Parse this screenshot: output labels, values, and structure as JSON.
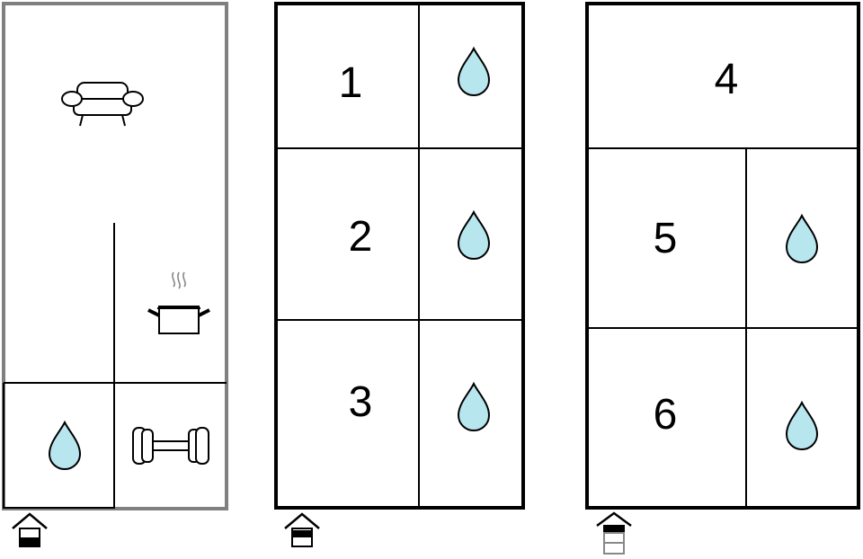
{
  "floors": [
    {
      "rooms": [
        {
          "icon": "sofa-icon"
        },
        {
          "icon": "cooking-pot-icon"
        },
        {
          "icon": "water-drop-icon"
        },
        {
          "icon": "dumbbell-icon"
        }
      ],
      "entrance_icon": "entrance-level-1-icon"
    },
    {
      "rooms": [
        {
          "number": "1"
        },
        {
          "icon": "water-drop-icon"
        },
        {
          "number": "2"
        },
        {
          "icon": "water-drop-icon"
        },
        {
          "number": "3"
        },
        {
          "icon": "water-drop-icon"
        }
      ],
      "entrance_icon": "entrance-level-2-icon"
    },
    {
      "rooms": [
        {
          "number": "4"
        },
        {
          "number": "5"
        },
        {
          "icon": "water-drop-icon"
        },
        {
          "number": "6"
        },
        {
          "icon": "water-drop-icon"
        }
      ],
      "entrance_icon": "entrance-level-3-icon"
    }
  ],
  "colors": {
    "water": "#b8e6ee",
    "line": "#000000",
    "outer_wall_ground": "#808080"
  }
}
